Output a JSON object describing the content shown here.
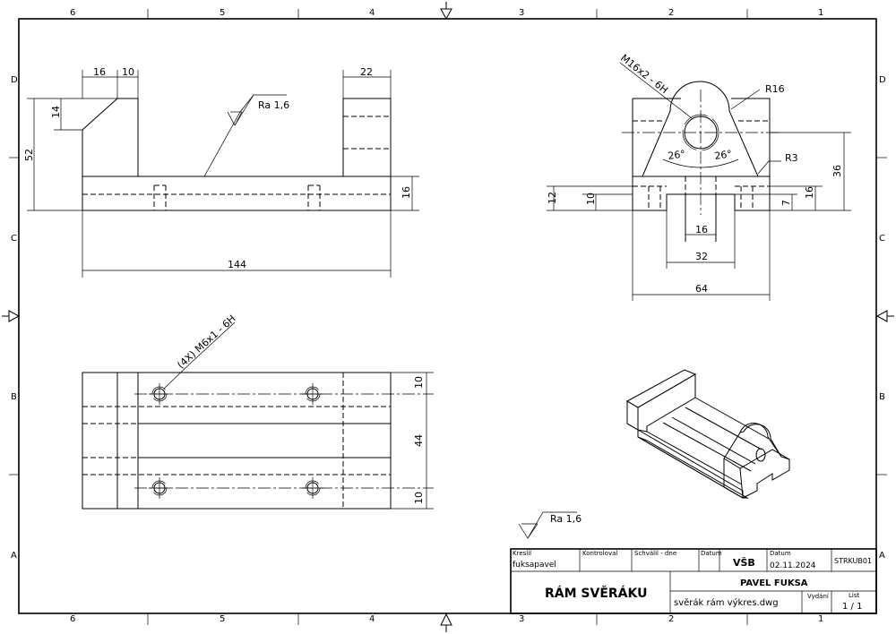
{
  "border": {
    "cols_top": [
      "6",
      "5",
      "4",
      "3",
      "2",
      "1"
    ],
    "cols_bottom": [
      "6",
      "5",
      "4",
      "3",
      "2",
      "1"
    ],
    "rows_left": [
      "D",
      "C",
      "B",
      "A"
    ],
    "rows_right": [
      "D",
      "C",
      "B",
      "A"
    ]
  },
  "front_view": {
    "dims": [
      "16",
      "10",
      "22",
      "14",
      "52",
      "16",
      "144"
    ],
    "roughness": "Ra 1,6"
  },
  "side_view": {
    "thread": "M16x2 - 6H",
    "radius_large": "R16",
    "radius_small": "R3",
    "angle_left": "26°",
    "angle_right": "26°",
    "dims": [
      "12",
      "10",
      "36",
      "16",
      "7",
      "16",
      "32",
      "64"
    ]
  },
  "top_view": {
    "holes": "(4X) M6x1 - 6H",
    "dims": [
      "10",
      "44",
      "10"
    ]
  },
  "general_roughness": "Ra 1,6",
  "title_block": {
    "kreslil_label": "Kreslil",
    "kreslil_value": "fuksapavel",
    "kontroloval_label": "Kontroloval",
    "schvalil_label": "Schválil - dne",
    "datum_label": "Datum",
    "school": "VŠB",
    "datum2_label": "Datum",
    "date": "02.11.2024",
    "drawing_no": "STRKUB01",
    "author": "PAVEL FUKSA",
    "title": "RÁM SVĚRÁKU",
    "filename": "svěrák rám výkres.dwg",
    "vydani_label": "Vydání",
    "list_label": "List",
    "list_value": "1 / 1"
  }
}
